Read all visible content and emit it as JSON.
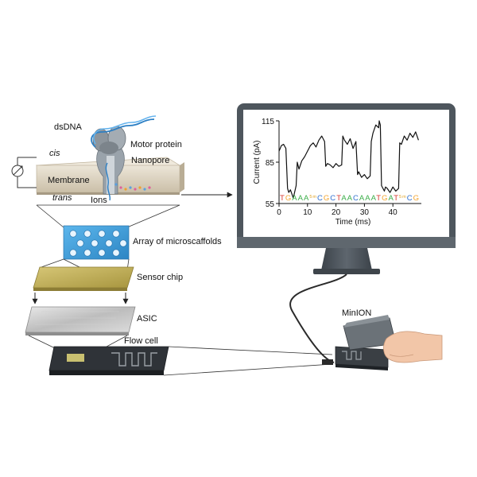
{
  "labels": {
    "dsdna": "dsDNA",
    "cis": "cis",
    "trans": "trans",
    "membrane": "Membrane",
    "ions": "Ions",
    "motor_protein": "Motor protein",
    "nanopore": "Nanopore",
    "array": "Array of microscaffolds",
    "sensor_chip": "Sensor chip",
    "asic": "ASIC",
    "flow_cell": "Flow cell",
    "minion": "MinION"
  },
  "icons": {
    "ammeter": "ammeter-icon",
    "hand": "hand-icon"
  },
  "colors": {
    "dna": "#3a8fd0",
    "membrane": "#d9cfbd",
    "array": "#3f9fd9",
    "sensor": "#c2b060",
    "monitor": "#4e565d"
  },
  "chart_data": {
    "type": "line",
    "title": "",
    "xlabel": "Time (ms)",
    "ylabel": "Current (pA)",
    "xlim": [
      0,
      50
    ],
    "ylim": [
      55,
      115
    ],
    "xticks": [
      "0",
      "10",
      "20",
      "30",
      "40"
    ],
    "yticks": [
      "55",
      "85",
      "115"
    ],
    "grid": false,
    "legend": "none",
    "series": [
      {
        "color": "#111111",
        "x": [
          0,
          0.8,
          1.6,
          2.4,
          3,
          3.4,
          4,
          5,
          6,
          6.4,
          7,
          8,
          9,
          10,
          11,
          12,
          13,
          14,
          15,
          16,
          16.4,
          17,
          18,
          19,
          20,
          21,
          22,
          22.4,
          23,
          24,
          25,
          26,
          27,
          27.6,
          28,
          29,
          30,
          31,
          32,
          32.4,
          33,
          34,
          35,
          35.2,
          35.6,
          36,
          37,
          37.4,
          38,
          39,
          40,
          41,
          42,
          42.4,
          43,
          44,
          45,
          46,
          47,
          48,
          49
        ],
        "y": [
          93,
          97,
          98,
          95,
          66,
          63,
          65,
          59,
          68,
          85,
          80,
          86,
          89,
          93,
          97,
          99,
          96,
          101,
          104,
          100,
          82,
          84,
          83,
          81,
          84,
          82,
          83,
          104,
          101,
          98,
          102,
          95,
          100,
          76,
          78,
          74,
          76,
          73,
          75,
          100,
          106,
          112,
          110,
          115,
          112,
          68,
          64,
          67,
          66,
          63,
          67,
          64,
          66,
          99,
          98,
          104,
          101,
          106,
          103,
          107,
          101
        ]
      }
    ],
    "sequence_annotation": "TGAAA5mCGCTAACAAATGAT5mCG"
  }
}
